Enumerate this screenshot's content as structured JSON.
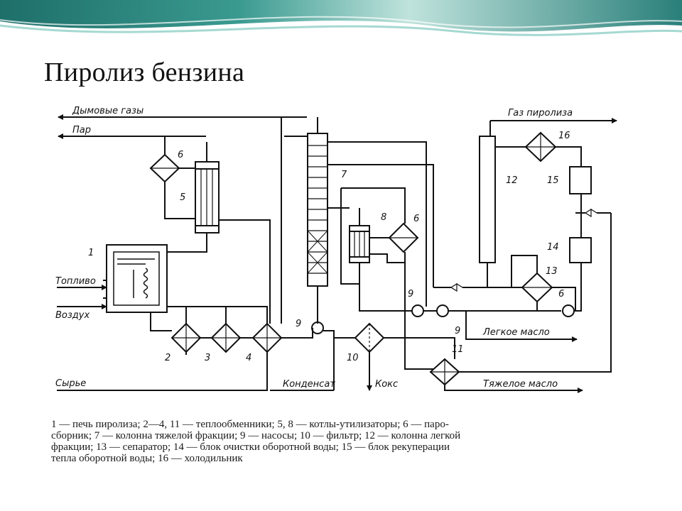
{
  "slide": {
    "title": "Пиролиз бензина",
    "theme_colors": {
      "teal": "#2f8f8a",
      "teal_dark": "#1d6e6b",
      "mint": "#a8dcd3"
    }
  },
  "diagram": {
    "flows": {
      "flue_gas": "Дымовые газы",
      "steam": "Пар",
      "pyrolysis_gas": "Газ пиролиза",
      "fuel": "Топливо",
      "air": "Воздух",
      "feedstock": "Сырье",
      "condensate": "Конденсат",
      "coke": "Кокс",
      "light_oil": "Легкое масло",
      "heavy_oil": "Тяжелое масло"
    },
    "numbers": {
      "furnace": "1",
      "hx2": "2",
      "hx3": "3",
      "hx4": "4",
      "boiler5": "5",
      "drum6_left": "6",
      "column7": "7",
      "boiler8": "8",
      "drum6_mid": "6",
      "pump9_a": "9",
      "pump9_b": "9",
      "pump9_c": "9",
      "filter10": "10",
      "hx11": "11",
      "column12": "12",
      "separator13": "13",
      "pump6_right": "6",
      "block14": "14",
      "block15": "15",
      "cooler16": "16"
    }
  },
  "legend": {
    "lines": [
      "1 — печь пиролиза;  2—4,  11 — теплообменники;  5,  8 — котлы-утилизаторы;  6 — паро-",
      "сборник;  7 — колонна  тяжелой  фракции;  9 — насосы;  10 — фильтр;  12 — колонна  легкой",
      "фракции;  13 — сепаратор;  14 — блок  очистки  оборотной  воды;  15 — блок  рекуперации",
      "тепла оборотной воды;  16 — холодильник"
    ]
  }
}
